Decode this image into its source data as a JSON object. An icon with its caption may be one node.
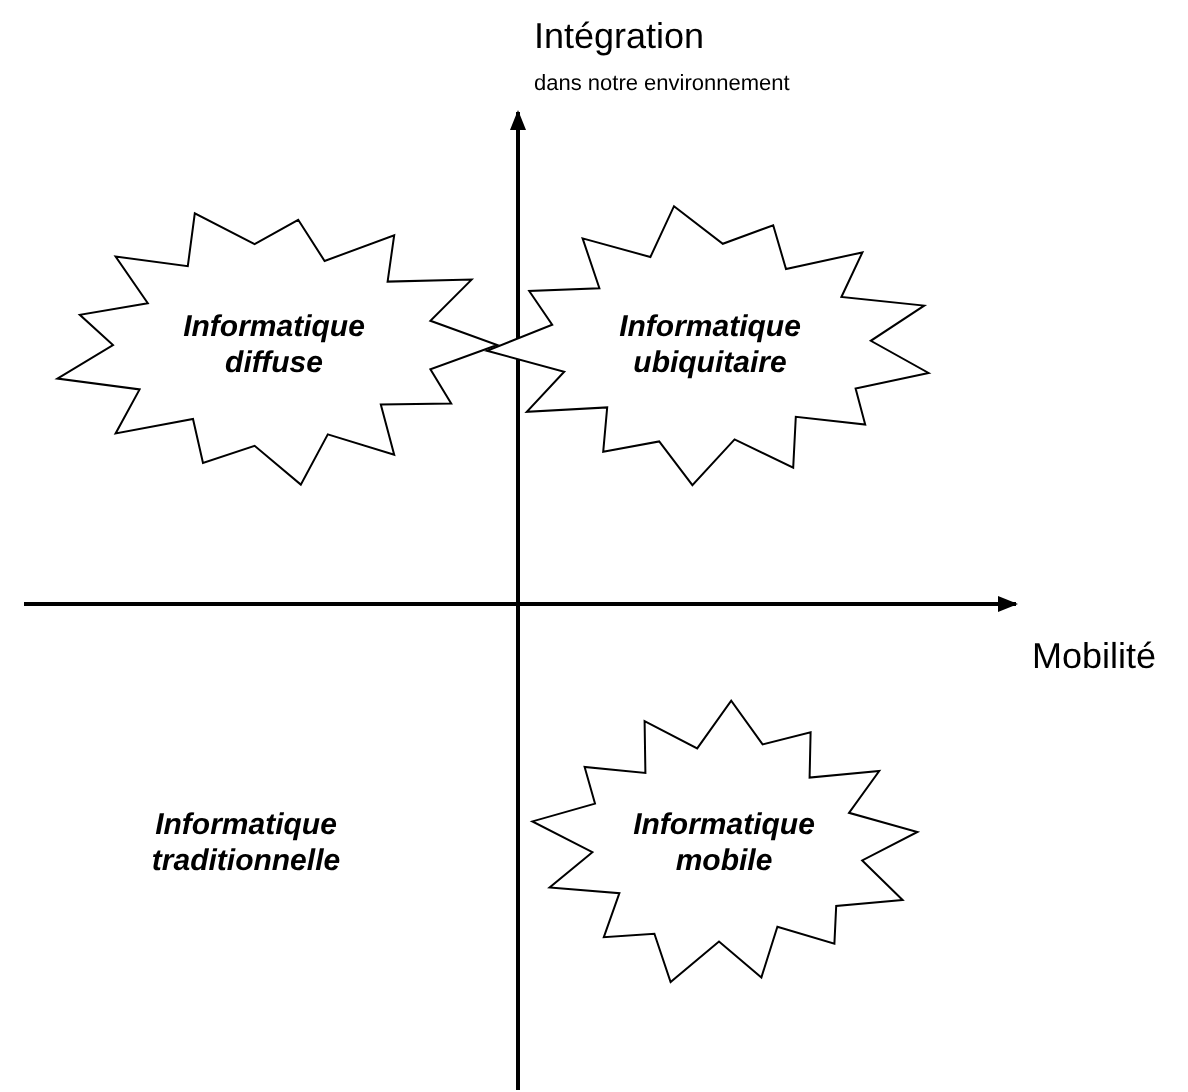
{
  "diagram": {
    "nodes": [
      {
        "text": [
          "Informatique diffuse"
        ]
      },
      {
        "text": [
          "Informatique ubiquitaire"
        ]
      },
      {
        "text": [
          "Informatique mobile"
        ]
      }
    ],
    "edges": [],
    "labels": [
      "Intégration",
      "dans notre environnement",
      "Mobilité",
      "Informatique traditionnelle"
    ]
  }
}
